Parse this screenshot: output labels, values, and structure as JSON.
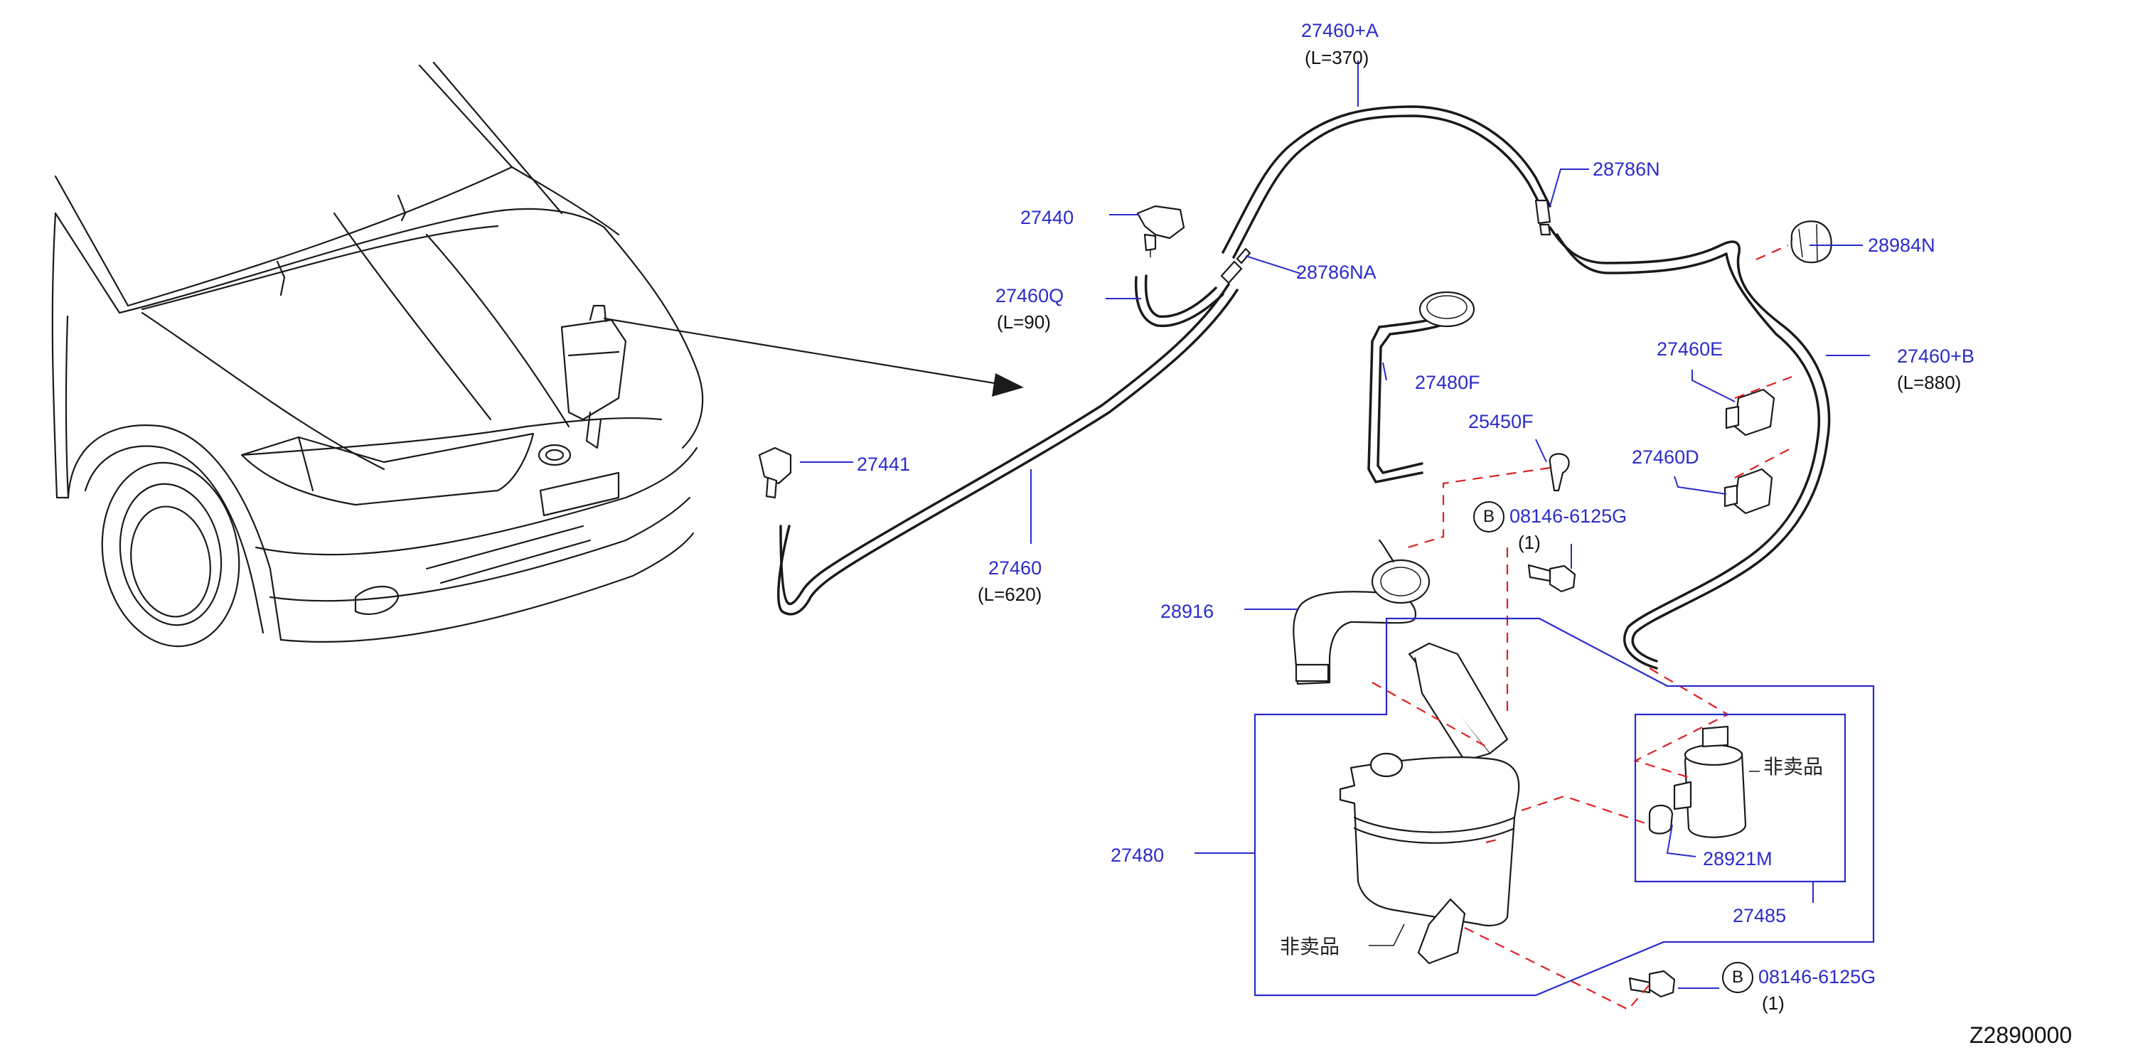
{
  "diagram_code": "Z2890000",
  "parts": {
    "p27460A": {
      "number": "27460+A",
      "length": "(L=370)"
    },
    "p28786N": {
      "number": "28786N"
    },
    "p27440": {
      "number": "27440"
    },
    "p28786NA": {
      "number": "28786NA"
    },
    "p28984N": {
      "number": "28984N"
    },
    "p27460Q": {
      "number": "27460Q",
      "length": "(L=90)"
    },
    "p27460E": {
      "number": "27460E"
    },
    "p27460B": {
      "number": "27460+B",
      "length": "(L=880)"
    },
    "p27480F": {
      "number": "27480F"
    },
    "p25450F": {
      "number": "25450F"
    },
    "p27460D": {
      "number": "27460D"
    },
    "p27441": {
      "number": "27441"
    },
    "p08146_top": {
      "marker": "B",
      "number": "08146-6125G",
      "qty": "(1)"
    },
    "p27460": {
      "number": "27460",
      "length": "(L=620)"
    },
    "p28916": {
      "number": "28916"
    },
    "p27480": {
      "number": "27480"
    },
    "p28921M": {
      "number": "28921M"
    },
    "p27485": {
      "number": "27485"
    },
    "p08146_bottom": {
      "marker": "B",
      "number": "08146-6125G",
      "qty": "(1)"
    }
  },
  "not_for_sale": {
    "pump": "非卖品",
    "tank": "非卖品"
  },
  "colors": {
    "part_number": "#2b2bcc",
    "dashed_guide": "#e02020",
    "line_art": "#1a1a1a"
  }
}
